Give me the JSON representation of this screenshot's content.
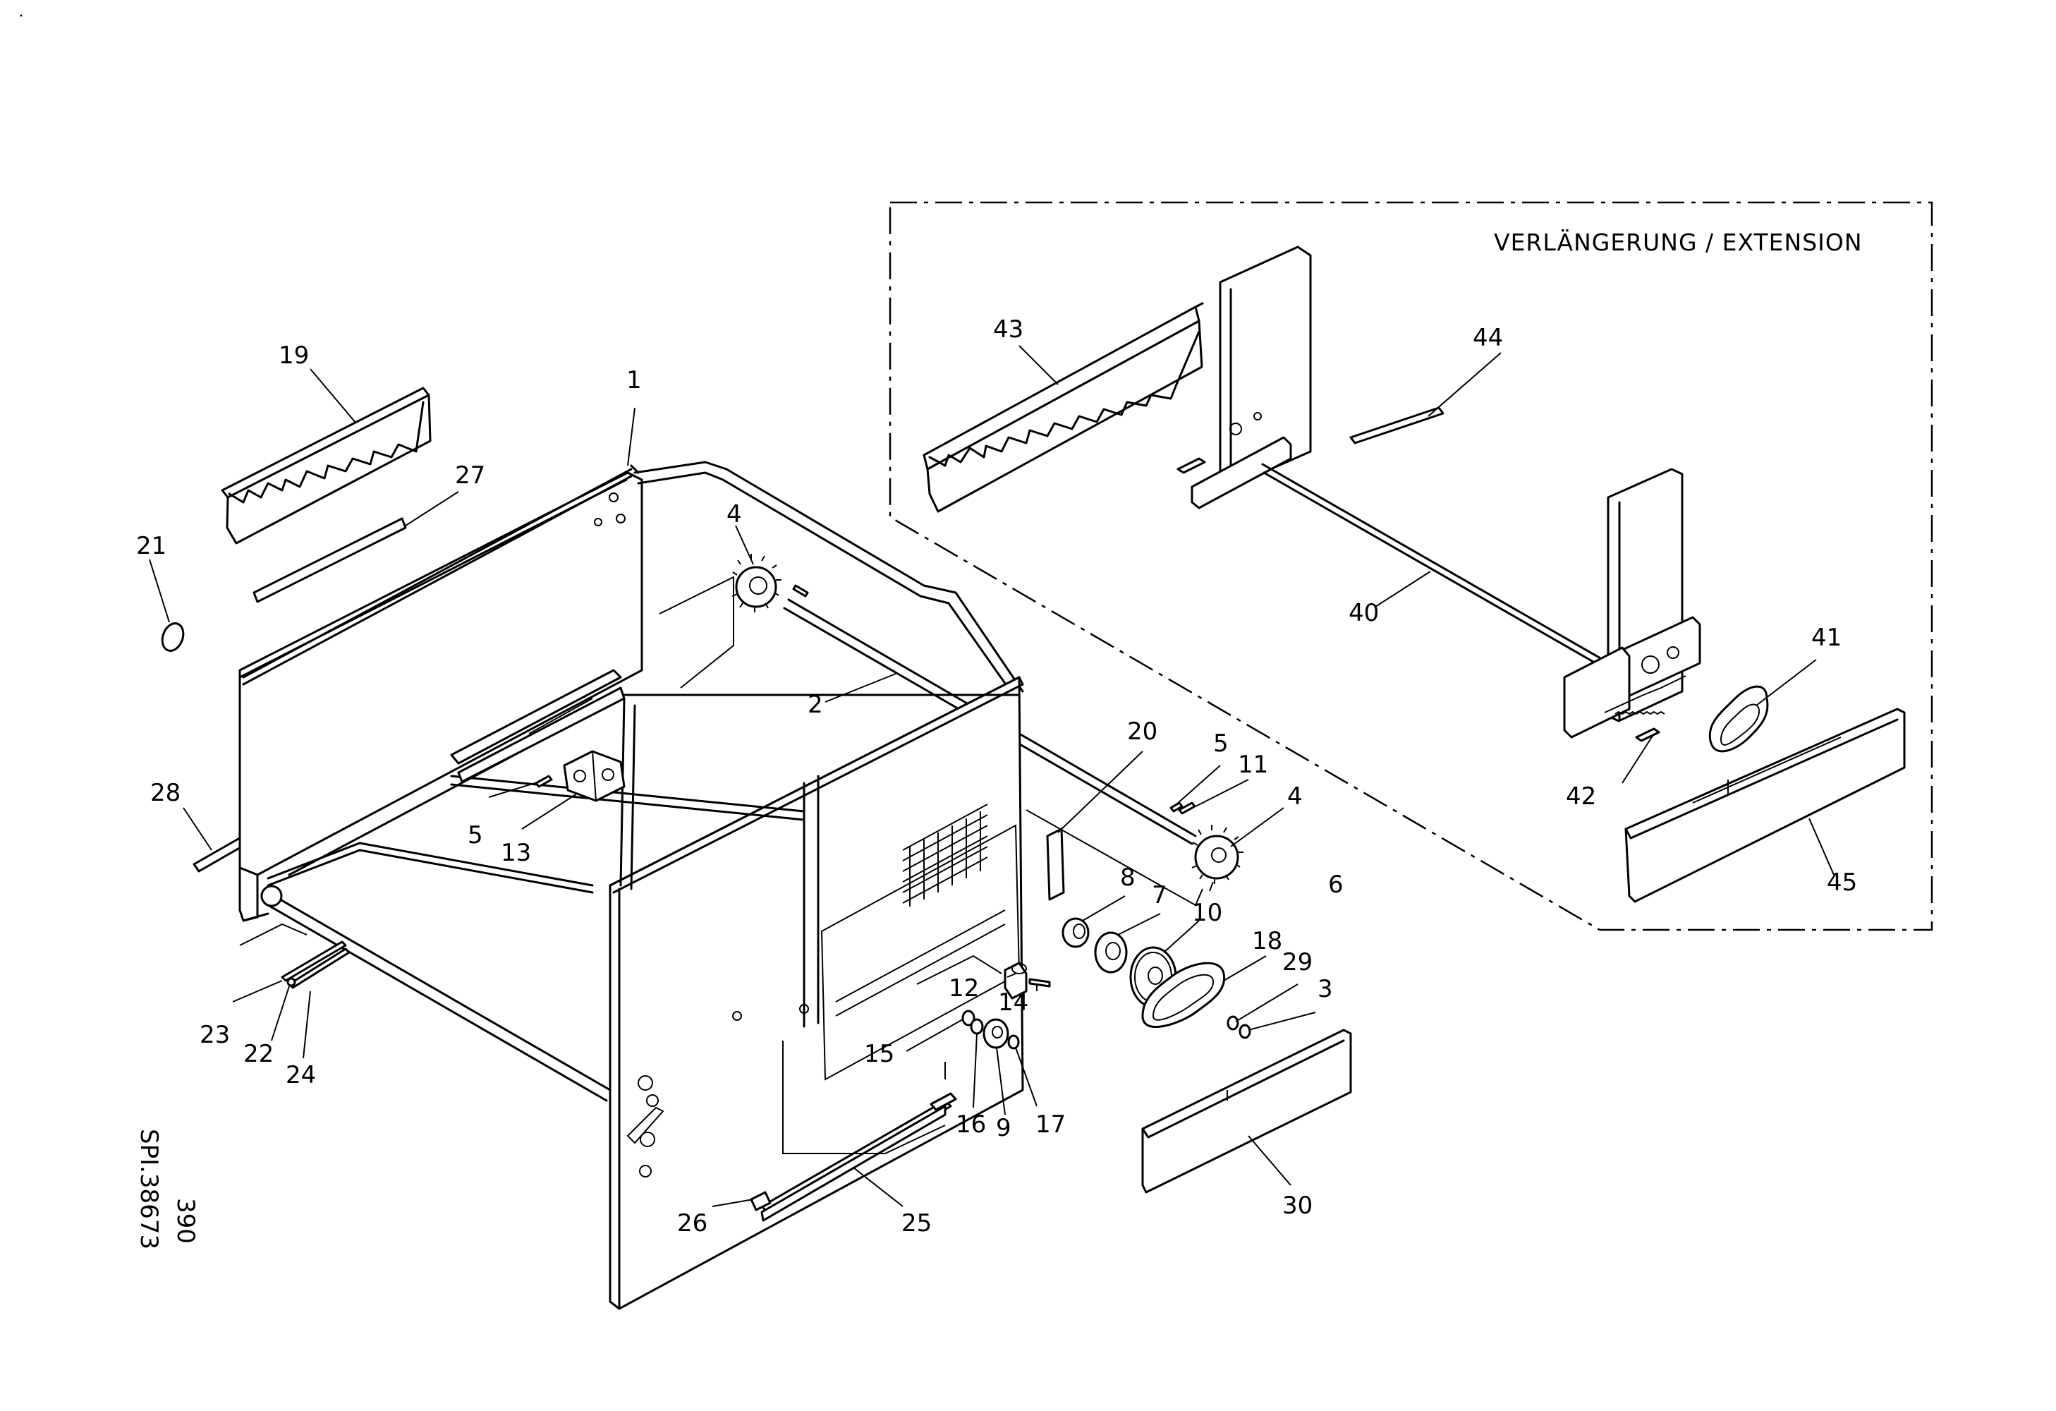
{
  "extension_title": "VERLÄNGERUNG / EXTENSION",
  "drawing_code": "SPI.38673",
  "drawing_sub": "390",
  "labels": {
    "l1": "1",
    "l2": "2",
    "l3": "3",
    "l4a": "4",
    "l4b": "4",
    "l5a": "5",
    "l5b": "5",
    "l6": "6",
    "l7": "7",
    "l8": "8",
    "l9": "9",
    "l10": "10",
    "l11": "11",
    "l12": "12",
    "l13": "13",
    "l14": "14",
    "l15": "15",
    "l16": "16",
    "l17": "17",
    "l18": "18",
    "l19": "19",
    "l20": "20",
    "l21": "21",
    "l22": "22",
    "l23": "23",
    "l24": "24",
    "l25": "25",
    "l26": "26",
    "l27": "27",
    "l28": "28",
    "l29": "29",
    "l30": "30",
    "l40": "40",
    "l41": "41",
    "l42": "42",
    "l43": "43",
    "l44": "44",
    "l45": "45"
  }
}
